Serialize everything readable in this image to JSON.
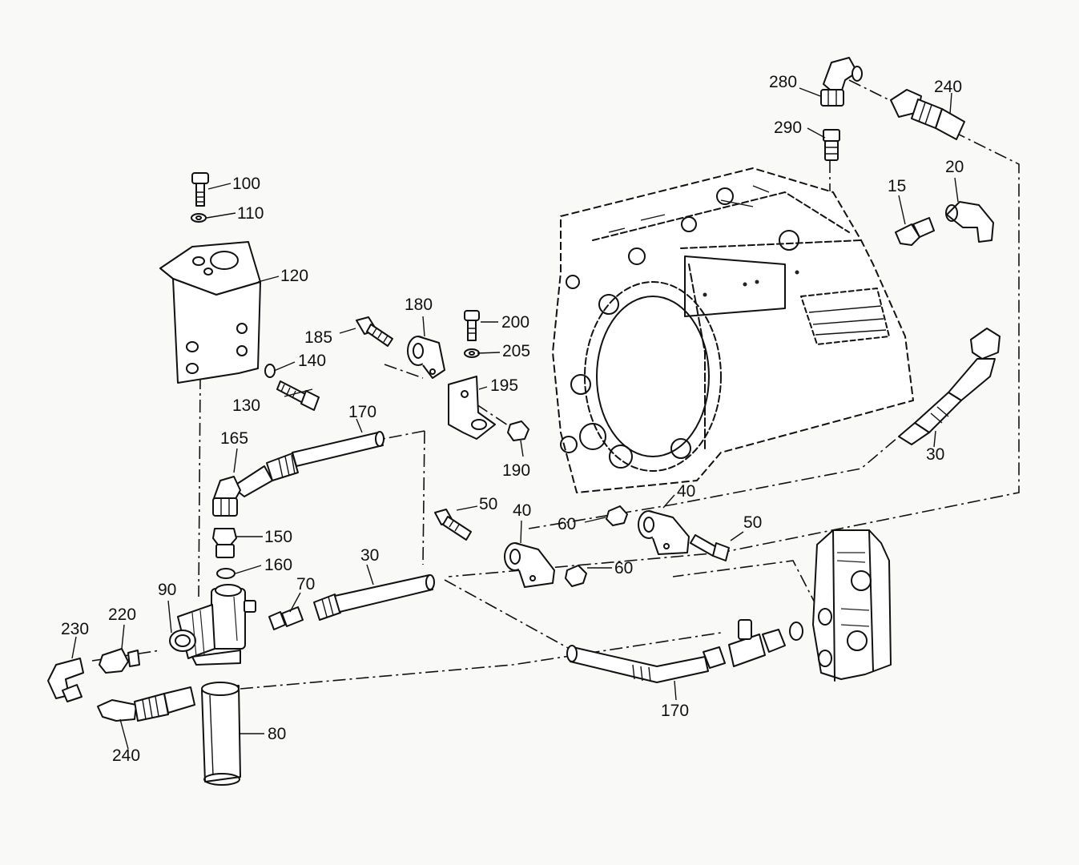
{
  "callouts": [
    {
      "id": "c100",
      "text": "100"
    },
    {
      "id": "c110",
      "text": "110"
    },
    {
      "id": "c120",
      "text": "120"
    },
    {
      "id": "c130",
      "text": "130"
    },
    {
      "id": "c140",
      "text": "140"
    },
    {
      "id": "c180",
      "text": "180"
    },
    {
      "id": "c185",
      "text": "185"
    },
    {
      "id": "c200",
      "text": "200"
    },
    {
      "id": "c205",
      "text": "205"
    },
    {
      "id": "c195",
      "text": "195"
    },
    {
      "id": "c190",
      "text": "190"
    },
    {
      "id": "c170a",
      "text": "170"
    },
    {
      "id": "c165",
      "text": "165"
    },
    {
      "id": "c150",
      "text": "150"
    },
    {
      "id": "c160",
      "text": "160"
    },
    {
      "id": "c90",
      "text": "90"
    },
    {
      "id": "c70",
      "text": "70"
    },
    {
      "id": "c30a",
      "text": "30"
    },
    {
      "id": "c220",
      "text": "220"
    },
    {
      "id": "c230",
      "text": "230"
    },
    {
      "id": "c240a",
      "text": "240"
    },
    {
      "id": "c80",
      "text": "80"
    },
    {
      "id": "c50a",
      "text": "50"
    },
    {
      "id": "c40a",
      "text": "40"
    },
    {
      "id": "c60a",
      "text": "60"
    },
    {
      "id": "c40b",
      "text": "40"
    },
    {
      "id": "c60b",
      "text": "60"
    },
    {
      "id": "c50b",
      "text": "50"
    },
    {
      "id": "c170b",
      "text": "170"
    },
    {
      "id": "c280",
      "text": "280"
    },
    {
      "id": "c290",
      "text": "290"
    },
    {
      "id": "c240b",
      "text": "240"
    },
    {
      "id": "c15",
      "text": "15"
    },
    {
      "id": "c20",
      "text": "20"
    },
    {
      "id": "c30b",
      "text": "30"
    }
  ],
  "colors": {
    "ink": "#111111",
    "paper": "#f9f9f8"
  }
}
